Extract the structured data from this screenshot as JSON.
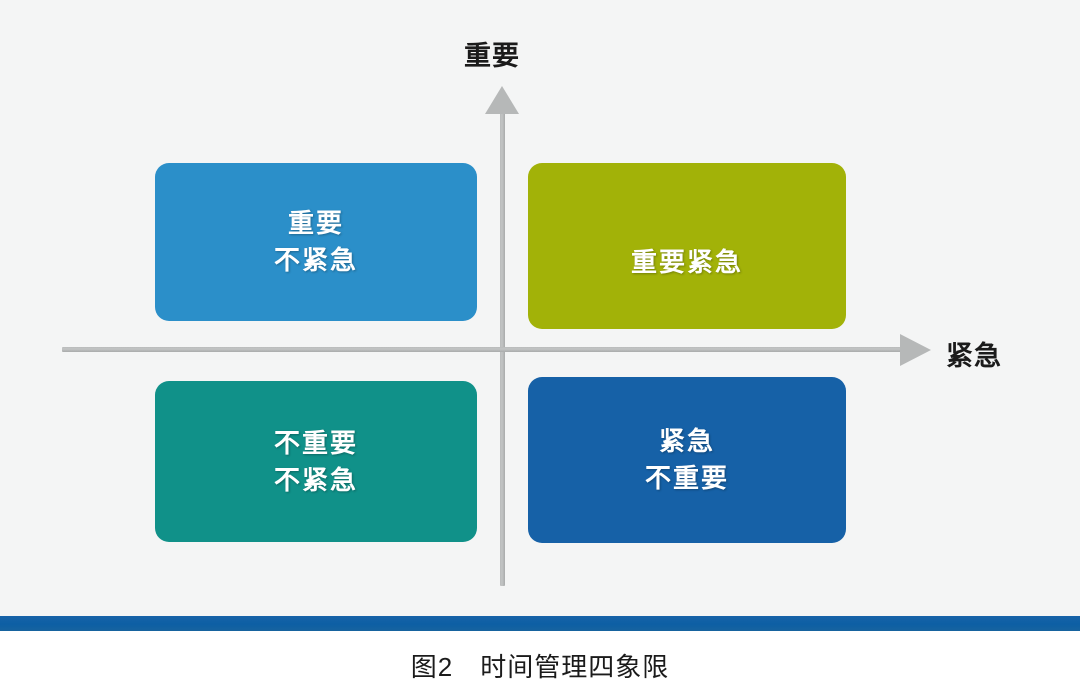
{
  "figure": {
    "caption": "图2　时间管理四象限",
    "background_color": "#f4f5f5",
    "rule_color": "#0d5fa4"
  },
  "axes": {
    "vertical_label": "重要",
    "horizontal_label": "紧急",
    "axis_color": "#b8baba",
    "vertical_arrow_icon": "arrow-up-icon",
    "horizontal_arrow_icon": "arrow-right-icon"
  },
  "quadrants": [
    {
      "id": "important-not-urgent",
      "position": "top-left",
      "lines": [
        "重要",
        "不紧急"
      ],
      "text": "重要\n不紧急",
      "color": "#2b8fc9"
    },
    {
      "id": "important-urgent",
      "position": "top-right",
      "lines": [
        "重要紧急"
      ],
      "text": "重要紧急",
      "color": "#a2b208"
    },
    {
      "id": "not-important-not-urgent",
      "position": "bottom-left",
      "lines": [
        "不重要",
        "不紧急"
      ],
      "text": "不重要\n不紧急",
      "color": "#109189"
    },
    {
      "id": "urgent-not-important",
      "position": "bottom-right",
      "lines": [
        "紧急",
        "不重要"
      ],
      "text": "紧急\n不重要",
      "color": "#1661a7"
    }
  ]
}
